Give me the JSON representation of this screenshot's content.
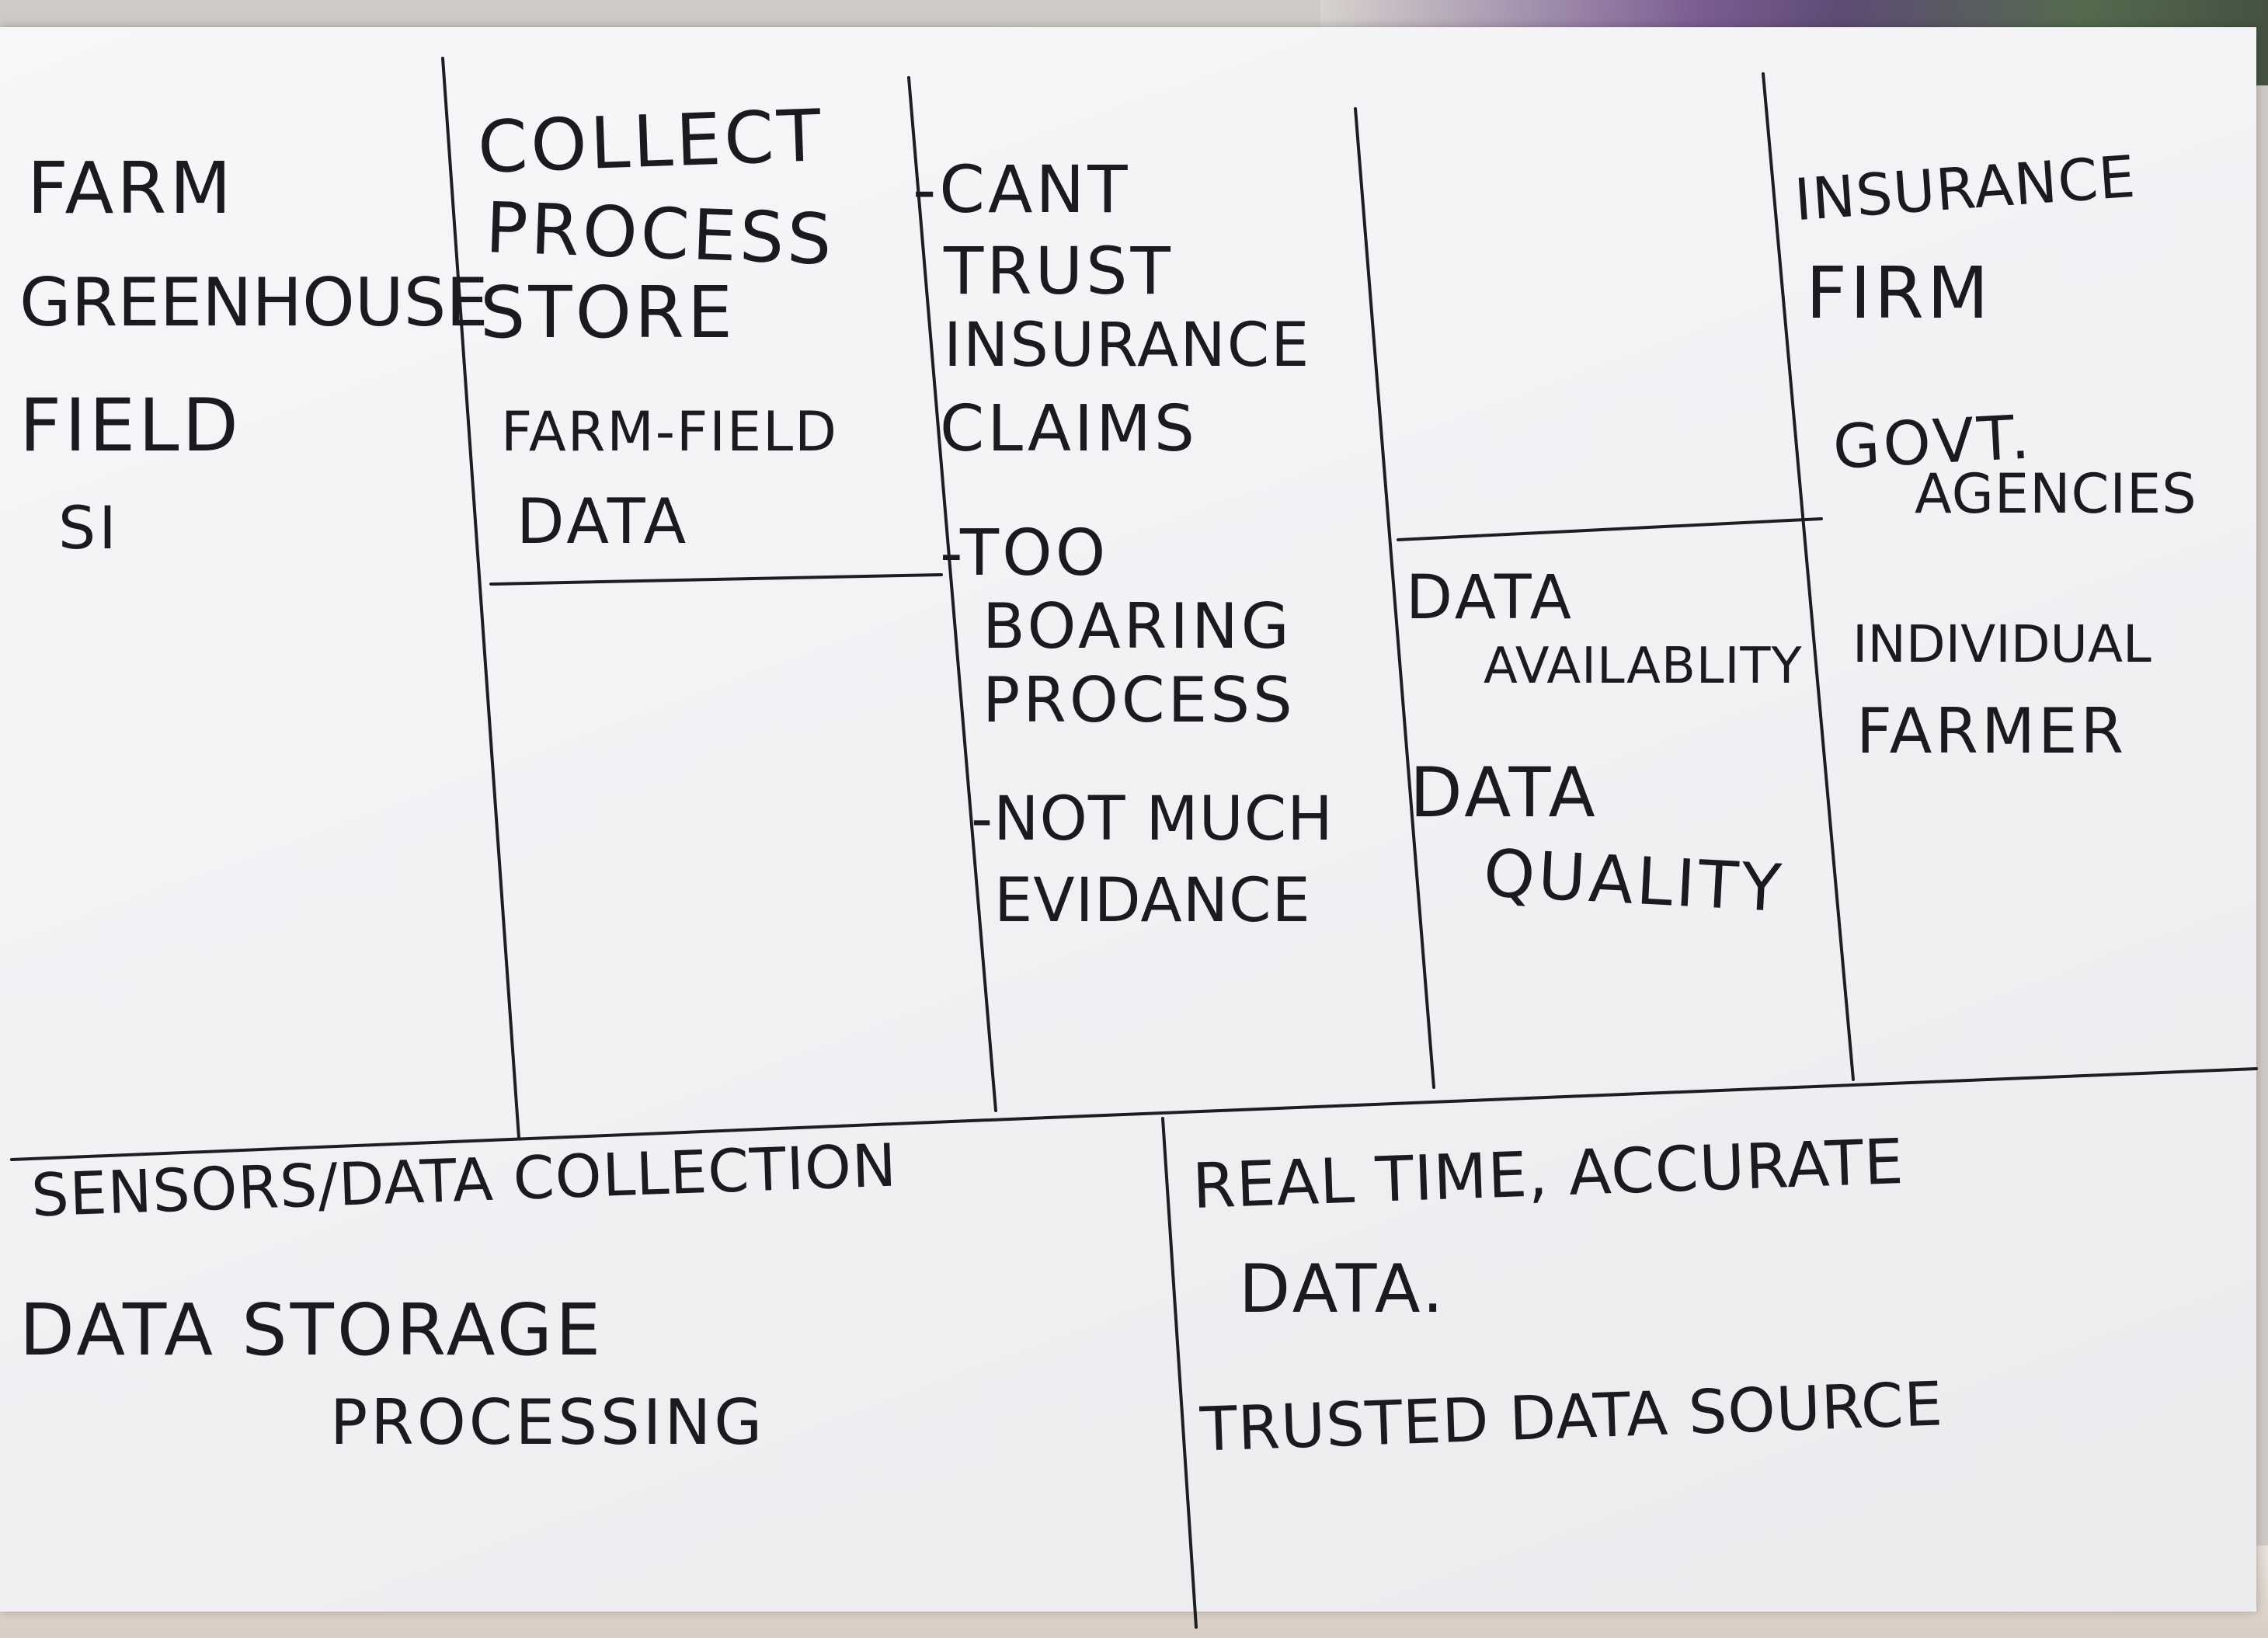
{
  "segments": [
    "FARM",
    "GREENHOUSE",
    "FIELD",
    "SI"
  ],
  "activities": [
    "COLLECT",
    "PROCESS",
    "STORE"
  ],
  "farm_data": [
    "FARM-FIELD",
    "DATA"
  ],
  "problems": [
    "-CANT",
    "TRUST",
    "INSURANCE",
    "CLAIMS",
    "-TOO",
    "BOARING",
    "PROCESS",
    "-NOT MUCH",
    "EVIDANCE"
  ],
  "metrics": [
    "DATA",
    "AVAILABLITY",
    "DATA",
    "QUALITY"
  ],
  "customers": [
    "INSURANCE",
    "FIRM",
    "GOVT.",
    "AGENCIES",
    "INDIVIDUAL",
    "FARMER"
  ],
  "resources": [
    "SENSORS/DATA COLLECTION",
    "DATA STORAGE",
    "PROCESSING"
  ],
  "value": [
    "REAL TIME, ACCURATE",
    "DATA.",
    "TRUSTED DATA SOURCE"
  ],
  "colors": {
    "ink": "#1b1b1f",
    "paper": "#f4f4f7"
  }
}
